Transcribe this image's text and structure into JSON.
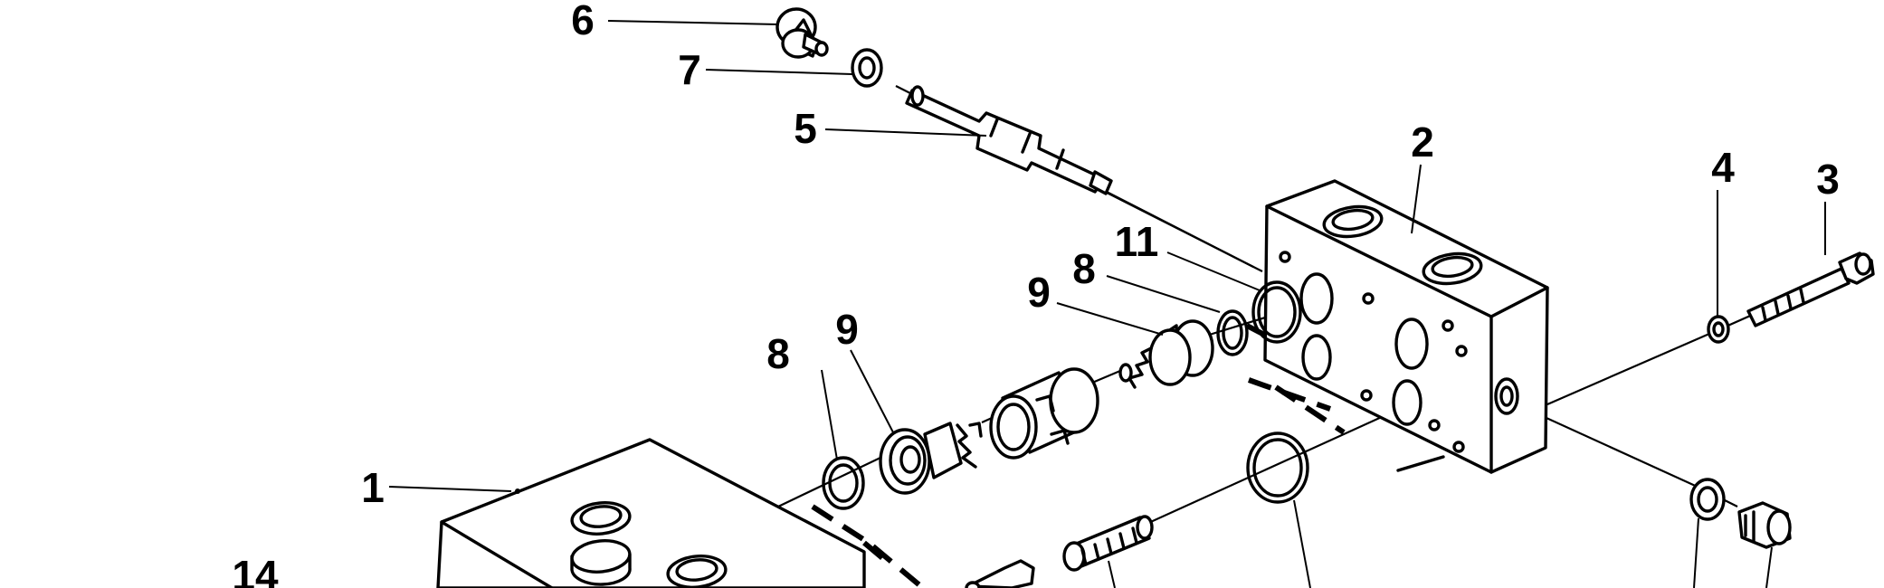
{
  "diagram": {
    "kind": "exploded parts view",
    "callouts": [
      {
        "id": "callout-6",
        "text": "6"
      },
      {
        "id": "callout-7",
        "text": "7"
      },
      {
        "id": "callout-5",
        "text": "5"
      },
      {
        "id": "callout-2",
        "text": "2"
      },
      {
        "id": "callout-4",
        "text": "4"
      },
      {
        "id": "callout-3",
        "text": "3"
      },
      {
        "id": "callout-11",
        "text": "11"
      },
      {
        "id": "callout-8-upper",
        "text": "8"
      },
      {
        "id": "callout-9-upper",
        "text": "9"
      },
      {
        "id": "callout-8-lower",
        "text": "8"
      },
      {
        "id": "callout-9-lower",
        "text": "9"
      },
      {
        "id": "callout-1",
        "text": "1"
      },
      {
        "id": "callout-14",
        "text": "14"
      }
    ],
    "colors": {
      "ink": "#000000",
      "paper": "#ffffff"
    }
  }
}
